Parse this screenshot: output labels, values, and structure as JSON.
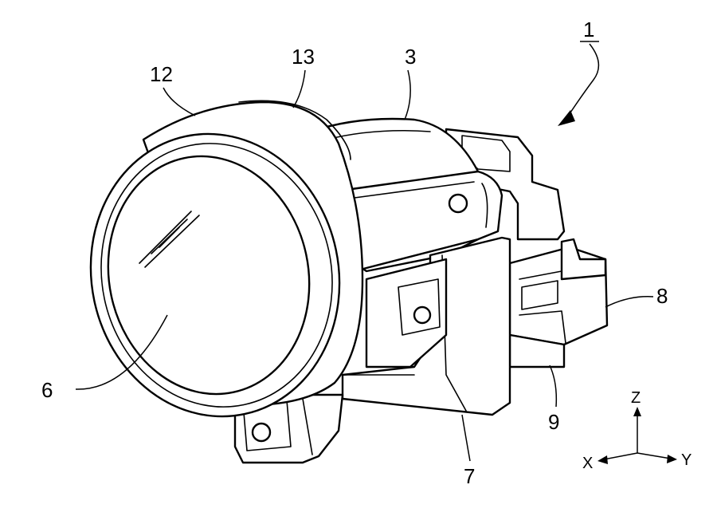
{
  "figure": {
    "labels": {
      "assembly": "1",
      "housing": "3",
      "lens": "6",
      "bracket": "7",
      "connector": "8",
      "connector_base": "9",
      "lens_holder": "12",
      "flange": "13"
    },
    "axes": {
      "x": "X",
      "y": "Y",
      "z": "Z"
    }
  }
}
